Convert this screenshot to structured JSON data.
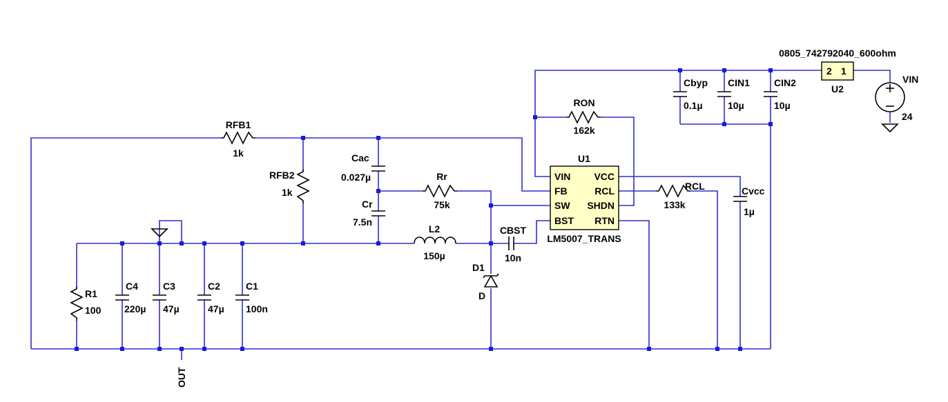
{
  "components": {
    "rfb1": {
      "name": "RFB1",
      "value": "1k"
    },
    "rfb2": {
      "name": "RFB2",
      "value": "1k"
    },
    "cac": {
      "name": "Cac",
      "value": "0.027µ"
    },
    "cr": {
      "name": "Cr",
      "value": "7.5n"
    },
    "rr": {
      "name": "Rr",
      "value": "75k"
    },
    "l2": {
      "name": "L2",
      "value": "150µ"
    },
    "cbst": {
      "name": "CBST",
      "value": "10n"
    },
    "d1": {
      "name": "D1",
      "value": "D"
    },
    "ron": {
      "name": "RON",
      "value": "162k"
    },
    "rcl": {
      "name": "RCL",
      "value": "133k"
    },
    "cvcc": {
      "name": "Cvcc",
      "value": "1µ"
    },
    "cbyp": {
      "name": "Cbyp",
      "value": "0.1µ"
    },
    "cin1": {
      "name": "CIN1",
      "value": "10µ"
    },
    "cin2": {
      "name": "CIN2",
      "value": "10µ"
    },
    "u2": {
      "name": "U2",
      "part": "0805_742792040_600ohm",
      "pin_left": "2",
      "pin_right": "1"
    },
    "vin": {
      "name": "VIN",
      "value": "24"
    },
    "r1": {
      "name": "R1",
      "value": "100"
    },
    "c4": {
      "name": "C4",
      "value": "220µ"
    },
    "c3": {
      "name": "C3",
      "value": "47µ"
    },
    "c2": {
      "name": "C2",
      "value": "47µ"
    },
    "c1": {
      "name": "C1",
      "value": "100n"
    },
    "out": {
      "name": "OUT"
    }
  },
  "u1": {
    "name": "U1",
    "part": "LM5007_TRANS",
    "pins_left": [
      "VIN",
      "FB",
      "SW",
      "BST"
    ],
    "pins_right": [
      "VCC",
      "RCL",
      "SHDN",
      "RTN"
    ]
  }
}
